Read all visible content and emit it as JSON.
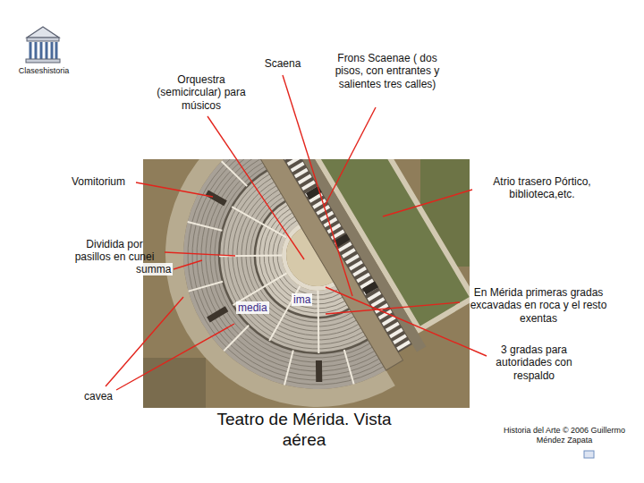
{
  "diagram": {
    "title": "Teatro de Mérida. Vista aérea",
    "labels": [
      "Claseshistoria",
      "Scaena",
      "Orquestra (semicircular) para músicos",
      "Frons Scaenae ( dos pisos, con entrantes y salientes tres calles)",
      "Vomitorium",
      "Atrio trasero Pórtico, biblioteca,etc.",
      "Dividida por pasillos en cunei",
      "summa",
      "En Mérida primeras gradas excavadas en roca y el resto exentas",
      "media",
      "ima",
      "3 gradas para autoridades con respaldo",
      "cavea",
      "Historia del Arte © 2006 Guillermo Méndez Zapata"
    ]
  }
}
